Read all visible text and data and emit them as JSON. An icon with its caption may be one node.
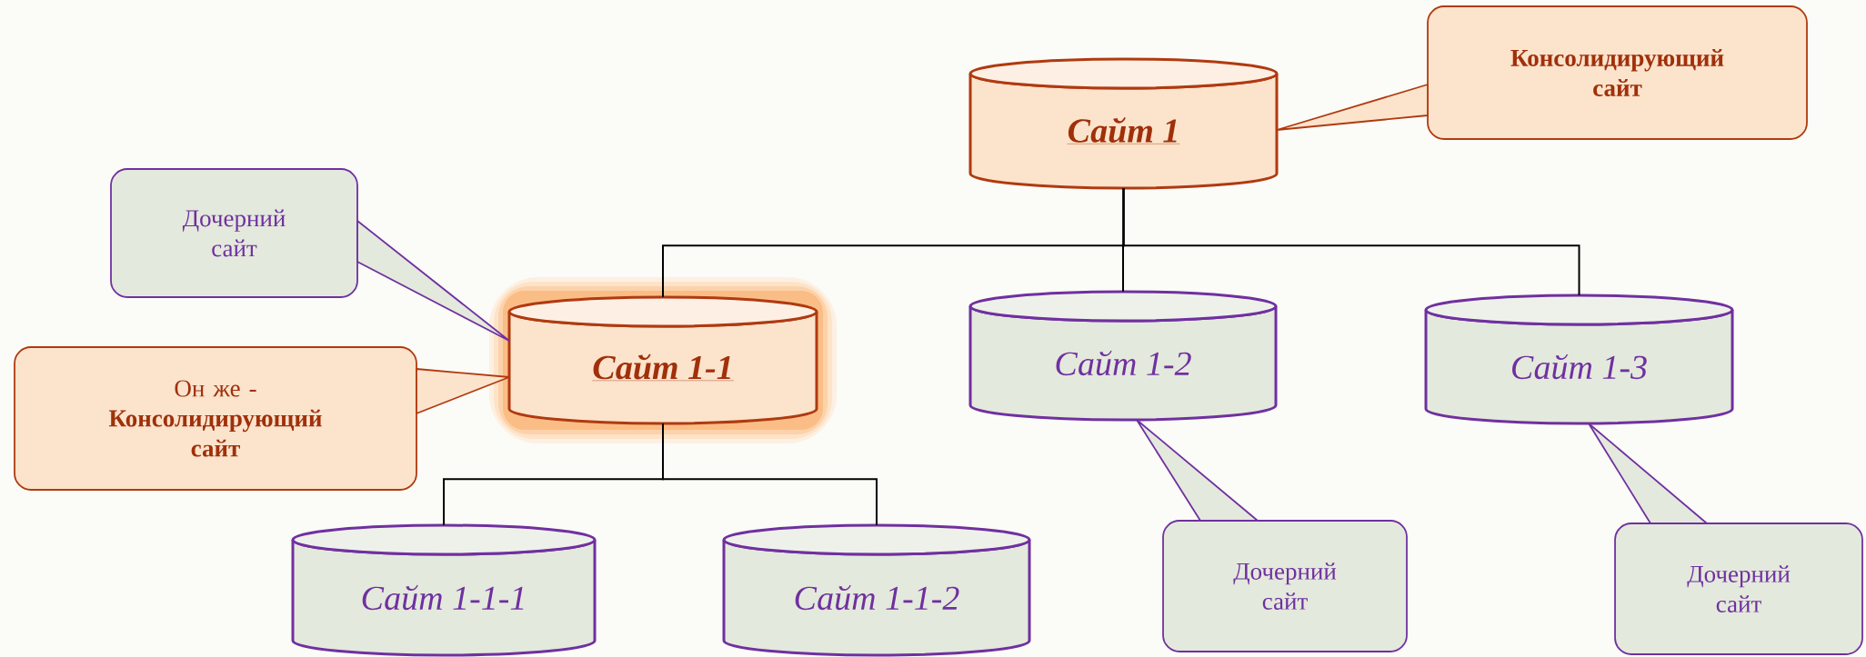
{
  "diagram": {
    "nodes": [
      {
        "text": [
          "Сайт 1"
        ]
      },
      {
        "text": [
          "Консолидирующий сайт"
        ]
      },
      {
        "text": [
          "Дочерний сайт"
        ]
      },
      {
        "text": [
          "Сайт 1-1"
        ]
      },
      {
        "text": [
          "Он же - **Консолидирующий сайт**"
        ]
      },
      {
        "text": [
          "Сайт 1-2"
        ]
      },
      {
        "text": [
          "Сайт 1-3"
        ]
      },
      {
        "text": [
          "Сайт 1-1-1"
        ]
      },
      {
        "text": [
          "Сайт 1-1-2"
        ]
      },
      {
        "text": [
          "Дочерний сайт"
        ]
      },
      {
        "text": [
          "Дочерний сайт"
        ]
      }
    ],
    "edges": [
      {
        "from": 0,
        "to": 3,
        "arrow": "none"
      },
      {
        "from": 0,
        "to": 5,
        "arrow": "none"
      },
      {
        "from": 0,
        "to": 6,
        "arrow": "none"
      },
      {
        "from": 3,
        "to": 7,
        "arrow": "none"
      },
      {
        "from": 3,
        "to": 8,
        "arrow": "none"
      },
      {
        "from": 1,
        "to": 0,
        "arrow": "none",
        "color": "#b03a10"
      },
      {
        "from": 2,
        "to": 3,
        "arrow": "none"
      },
      {
        "from": 4,
        "to": 3,
        "arrow": "none",
        "color": "#b03a10"
      },
      {
        "from": 9,
        "to": 5,
        "arrow": "none"
      },
      {
        "from": 10,
        "to": 6,
        "arrow": "none"
      }
    ]
  }
}
